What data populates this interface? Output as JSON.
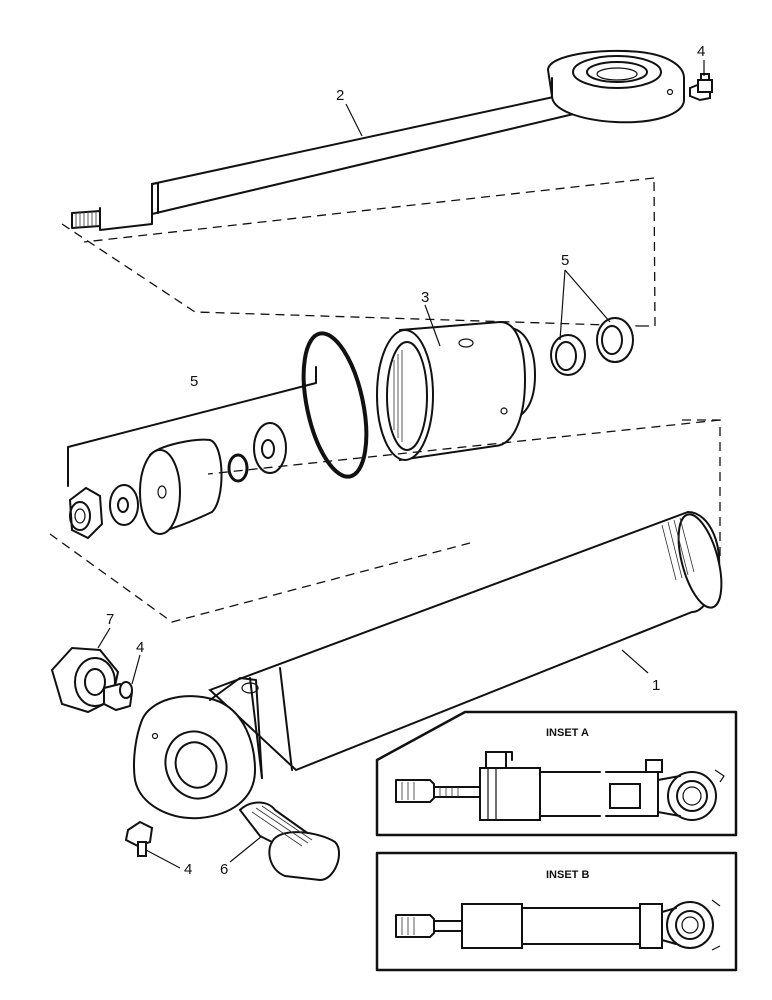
{
  "callouts": {
    "c1": "1",
    "c2": "2",
    "c3": "3",
    "c4a": "4",
    "c4b": "4",
    "c4c": "4",
    "c5a": "5",
    "c5b": "5",
    "c6": "6",
    "c7": "7"
  },
  "insets": {
    "a_title": "INSET A",
    "b_title": "INSET B"
  }
}
